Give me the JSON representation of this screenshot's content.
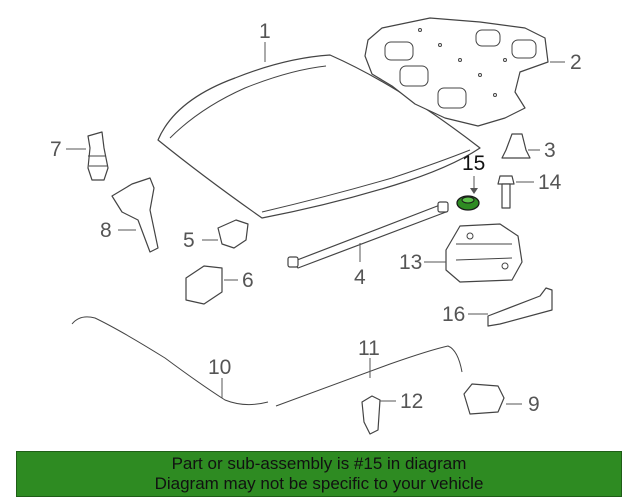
{
  "callouts": {
    "c1": "1",
    "c2": "2",
    "c3": "3",
    "c4": "4",
    "c5": "5",
    "c6": "6",
    "c7": "7",
    "c8": "8",
    "c9": "9",
    "c10": "10",
    "c11": "11",
    "c12": "12",
    "c13": "13",
    "c14": "14",
    "c15": "15",
    "c16": "16"
  },
  "highlight": {
    "part": "15",
    "color": "#2e8b22"
  },
  "banner": {
    "line1": "Part or sub-assembly is #15 in diagram",
    "line2": "Diagram may not be specific to your vehicle",
    "background": "#2e8b22"
  }
}
